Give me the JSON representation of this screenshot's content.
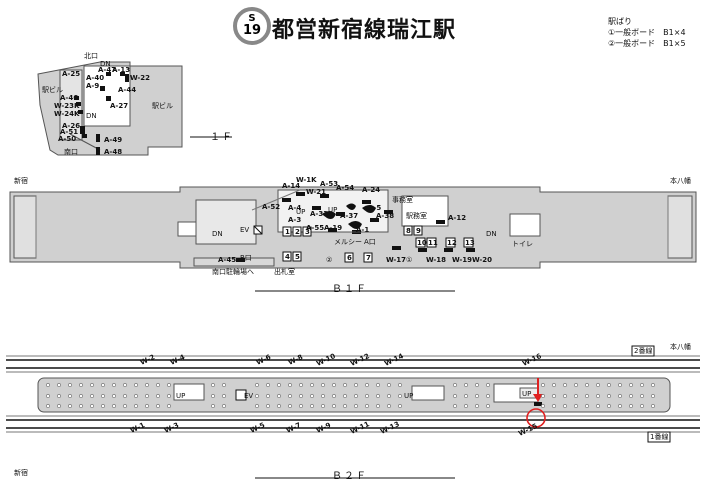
{
  "header": {
    "line_letter": "S",
    "station_number": "19",
    "station_name": "都営新宿線瑞江駅"
  },
  "legend": {
    "title": "駅ばり",
    "item1": "①一般ボード　B1×4",
    "item2": "②一般ボード　B1×5"
  },
  "floor_1f": {
    "label": "１Ｆ",
    "north_exit": "北口",
    "south_exit": "南口",
    "station_building_a": "駅ビル",
    "station_building_b": "駅ビル",
    "dn_a": "DN",
    "dn_b": "DN",
    "codes": [
      "A-47",
      "A-13",
      "A-25",
      "A-40",
      "W-22",
      "A-9",
      "A-44",
      "A-27",
      "A-46",
      "W-23K",
      "W-24K",
      "A-26",
      "A-51",
      "A-50",
      "A-49",
      "A-48"
    ]
  },
  "floor_b1f": {
    "label": "Ｂ１Ｆ",
    "dir_left": "新宿",
    "dir_right": "本八幡",
    "codes_top": [
      "A-14",
      "W-1K",
      "A-53",
      "A-54",
      "A-24",
      "W-21",
      "A-52",
      "A-4",
      "A-33",
      "A-3",
      "A-37",
      "A-5",
      "A-38",
      "A-12"
    ],
    "codes_mid": [
      "A-55",
      "A-19",
      "A-1"
    ],
    "codes_bottom": [
      "W-17",
      "W-18",
      "W-19",
      "W-20",
      "A-45"
    ],
    "up": "UP",
    "up2": "UP",
    "dn": "DN",
    "dn2": "DN",
    "ev": "EV",
    "station_office": "駅務室",
    "exit_room": "出札室",
    "toilet": "トイレ",
    "melcy": "メルシー",
    "side_office": "事務室",
    "a_exit": "A口",
    "b_exit": "B口",
    "bicycle": "南口駐輪場へ",
    "circle1": "①",
    "circle2": "②",
    "boards": [
      "1",
      "2",
      "3",
      "4",
      "5",
      "6",
      "7",
      "8",
      "9",
      "10",
      "11",
      "12",
      "13"
    ]
  },
  "floor_b2f": {
    "label": "Ｂ２Ｆ",
    "dir_left": "新宿",
    "dir_right": "本八幡",
    "track2": "2番線",
    "track1": "1番線",
    "up_a": "UP",
    "up_b": "UP",
    "up_c": "UP",
    "ev": "EV",
    "codes_top": [
      "W-2",
      "W-4",
      "W-6",
      "W-8",
      "W-10",
      "W-12",
      "W-14",
      "W-16"
    ],
    "codes_bottom": [
      "W-1",
      "W-3",
      "W-5",
      "W-7",
      "W-9",
      "W-11",
      "W-13",
      "W-15"
    ]
  },
  "colors": {
    "floor_fill": "#d0d0d0",
    "wall": "#555555",
    "marker": "#111111",
    "highlight": "#e02020",
    "badge_ring": "#888888"
  }
}
